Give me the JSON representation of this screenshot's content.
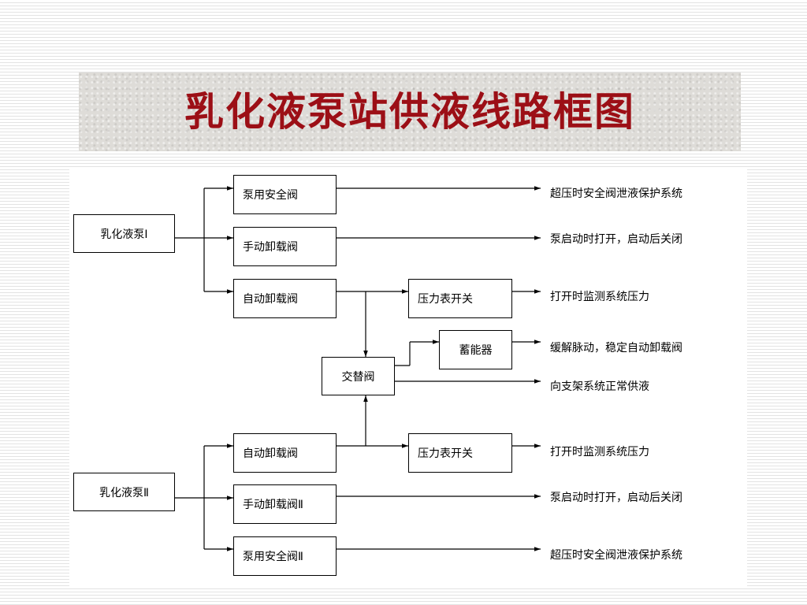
{
  "title": "乳化液泵站供液线路框图",
  "colors": {
    "title": "#9c0f16",
    "line": "#000000",
    "banner": "#dedcd8"
  },
  "nodes": {
    "pump1": "乳化液泵Ⅰ",
    "pump2": "乳化液泵Ⅱ",
    "safety_valve_1": "泵用安全阀",
    "manual_unload_1": "手动卸载阀",
    "auto_unload_1": "自动卸载阀",
    "gauge_switch_1": "压力表开关",
    "accumulator": "蓄能器",
    "alternating_valve": "交替阀",
    "auto_unload_2": "自动卸载阀",
    "gauge_switch_2": "压力表开关",
    "manual_unload_2": "手动卸载阀Ⅱ",
    "safety_valve_2": "泵用安全阀Ⅱ"
  },
  "descriptions": {
    "safety_1": "超压时安全阀泄液保护系统",
    "manual_1": "泵启动时打开，启动后关闭",
    "gauge_1": "打开时监测系统压力",
    "accumulator": "缓解脉动，稳定自动卸载阀",
    "supply": "向支架系统正常供液",
    "gauge_2": "打开时监测系统压力",
    "manual_2": "泵启动时打开，启动后关闭",
    "safety_2": "超压时安全阀泄液保护系统"
  }
}
